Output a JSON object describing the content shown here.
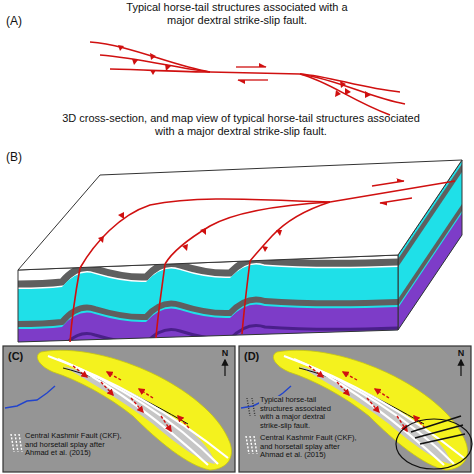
{
  "diagram": {
    "labels": [
      "Typical horse-tail structures associated with a major dextral strike-slip fault.",
      "(A)",
      "3D cross-section, and map view of typical horse-tail structures associated with a major dextral strike-slip fault.",
      "(B)",
      "(C)",
      "N",
      "(D)",
      "N"
    ],
    "legend": [
      {
        "text": "Central Kashmir Fault (CKF), and horsetail splay after Ahmad et al. (2015)"
      },
      {
        "text": "Typical horse-tail structures associated with a major dextral strike-slip fault."
      },
      {
        "text": "Central Kashmir Fault (CKF), and horsetail splay after Ahmad et al. (2015)"
      }
    ]
  }
}
